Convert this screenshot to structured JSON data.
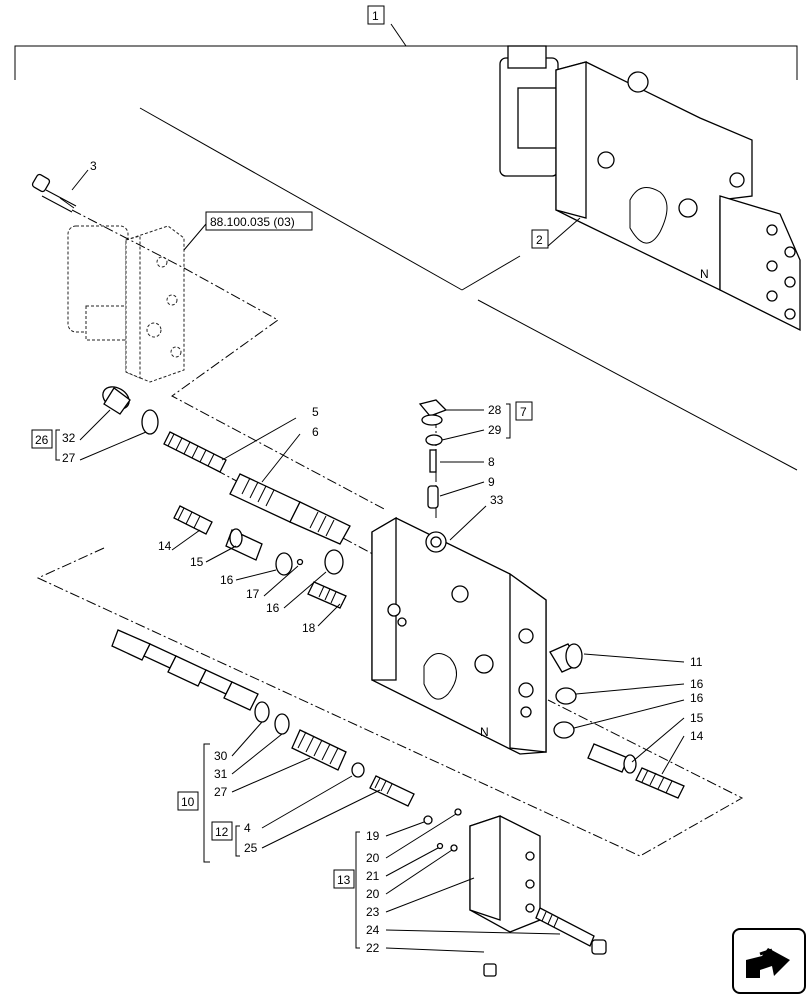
{
  "callouts": {
    "top_ref": "1",
    "assembly_ref": "2",
    "cross_ref": "88.100.035 (03)",
    "group_26": "26",
    "group_7": "7",
    "group_10": "10",
    "group_12": "12",
    "group_13": "13",
    "p3": "3",
    "p5": "5",
    "p6": "6",
    "p28": "28",
    "p29": "29",
    "p8": "8",
    "p9": "9",
    "p33": "33",
    "p32": "32",
    "p27a": "27",
    "p14a": "14",
    "p15a": "15",
    "p16a": "16",
    "p17": "17",
    "p16b": "16",
    "p18": "18",
    "p11": "11",
    "p16c": "16",
    "p16d": "16",
    "p15b": "15",
    "p14b": "14",
    "p30": "30",
    "p31": "31",
    "p27b": "27",
    "p4": "4",
    "p25": "25",
    "p19": "19",
    "p20a": "20",
    "p21": "21",
    "p20b": "20",
    "p23": "23",
    "p24": "24",
    "p22": "22"
  },
  "icons": {
    "nav": "next-page-arrow-icon"
  }
}
